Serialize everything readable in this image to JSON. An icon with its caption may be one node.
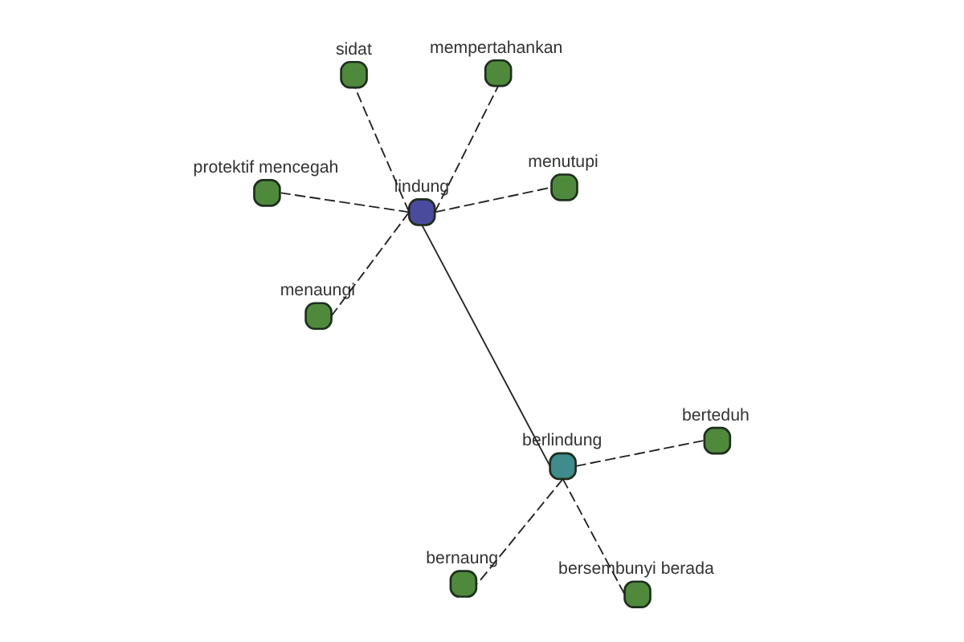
{
  "diagram": {
    "nodes": [
      {
        "text": [
          "lindung"
        ]
      },
      {
        "text": [
          "menutupi"
        ]
      },
      {
        "text": [
          "menaungi"
        ]
      },
      {
        "text": [
          "protektif mencegah"
        ]
      },
      {
        "text": [
          "mempertahankan"
        ]
      },
      {
        "text": [
          "sidat"
        ]
      },
      {
        "text": [
          "berlindung"
        ]
      },
      {
        "text": [
          "bersembunyi berada"
        ]
      },
      {
        "text": [
          "berteduh"
        ]
      },
      {
        "text": [
          "bernaung"
        ]
      }
    ],
    "edges": [
      {
        "from": 0,
        "to": 1,
        "arrow": "none",
        "style": "dashed"
      },
      {
        "from": 0,
        "to": 2,
        "arrow": "none",
        "style": "dashed"
      },
      {
        "from": 0,
        "to": 3,
        "arrow": "none",
        "style": "dashed"
      },
      {
        "from": 0,
        "to": 4,
        "arrow": "none",
        "style": "dashed"
      },
      {
        "from": 0,
        "to": 5,
        "arrow": "none",
        "style": "dashed"
      },
      {
        "from": 0,
        "to": 6,
        "arrow": "none"
      },
      {
        "from": 6,
        "to": 7,
        "arrow": "none",
        "style": "dashed"
      },
      {
        "from": 6,
        "to": 8,
        "arrow": "none",
        "style": "dashed"
      },
      {
        "from": 6,
        "to": 9,
        "arrow": "none",
        "style": "dashed"
      }
    ]
  }
}
